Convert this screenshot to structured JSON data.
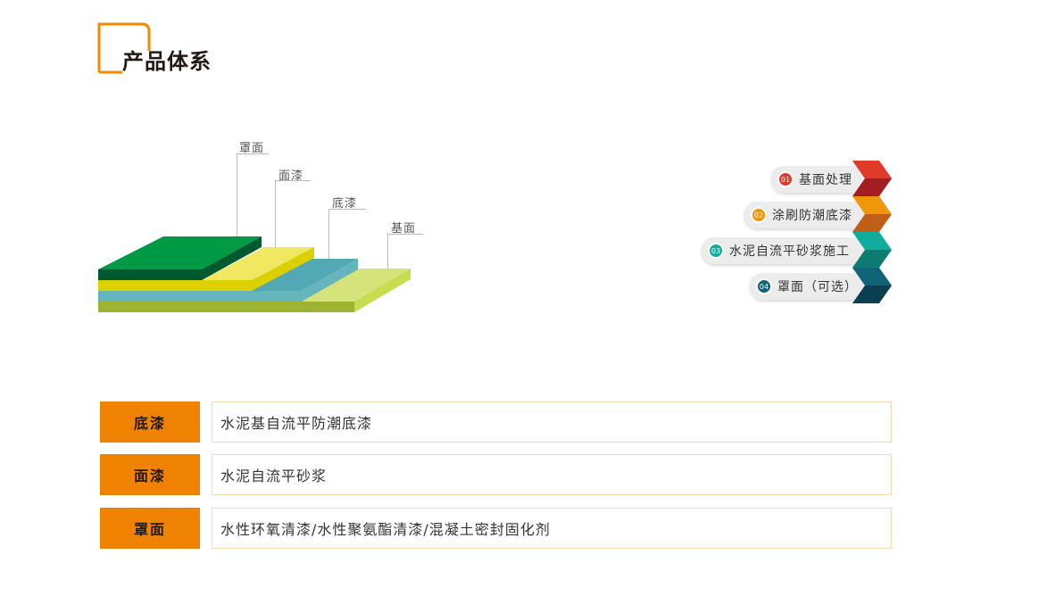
{
  "header": {
    "title": "产品体系",
    "accent_color": "#f08a00"
  },
  "diagram": {
    "layers": [
      {
        "label": "罩面",
        "color_top": "#009a44",
        "color_front": "#005a30"
      },
      {
        "label": "面漆",
        "color_top": "#f0e860",
        "color_front": "#dcd000"
      },
      {
        "label": "底漆",
        "color_top": "#52a8b4",
        "color_front": "#64b6bc"
      },
      {
        "label": "基面",
        "color_top": "#d6e27a",
        "color_front": "#9cb432"
      }
    ]
  },
  "steps": [
    {
      "number": "01",
      "label": "基面处理",
      "color": "#e03a28",
      "dark": "#a21e24"
    },
    {
      "number": "02",
      "label": "涂刷防潮底漆",
      "color": "#f0960a",
      "dark": "#c06018"
    },
    {
      "number": "03",
      "label": "水泥自流平砂浆施工",
      "color": "#10ac9c",
      "dark": "#0c7c70"
    },
    {
      "number": "04",
      "label": "罩面（可选）",
      "color": "#0f6478",
      "dark": "#0a4050"
    }
  ],
  "table": {
    "rows": [
      {
        "label": "底漆",
        "value": "水泥基自流平防潮底漆"
      },
      {
        "label": "面漆",
        "value": "水泥自流平砂浆"
      },
      {
        "label": "罩面",
        "value": "水性环氧清漆/水性聚氨酯清漆/混凝土密封固化剂"
      }
    ]
  }
}
